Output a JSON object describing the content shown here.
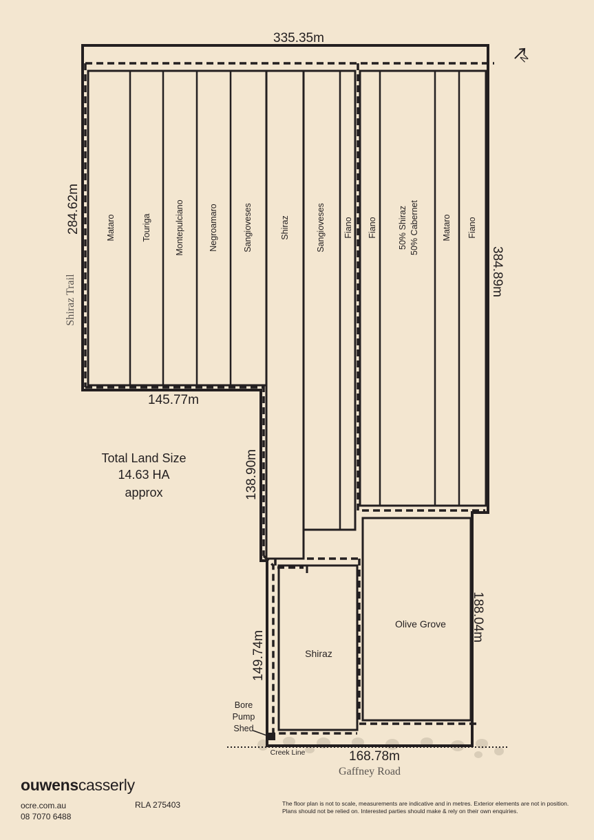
{
  "dimensions": {
    "top": "335.35m",
    "left": "284.62m",
    "right_upper": "384.89m",
    "mid_horizontal": "145.77m",
    "mid_vertical": "138.90m",
    "lower_left": "149.74m",
    "right_lower": "188.04m",
    "bottom": "168.78m"
  },
  "north_label": "N",
  "rows": [
    {
      "label": "Mataro"
    },
    {
      "label": "Touriga"
    },
    {
      "label": "Montepulciano"
    },
    {
      "label": "Negroamaro"
    },
    {
      "label": "Sangioveses"
    },
    {
      "label": "Shiraz"
    },
    {
      "label": "Sangioveses"
    },
    {
      "label": "Fiano"
    },
    {
      "label": "Fiano"
    },
    {
      "label": "50% Shiraz",
      "label2": "50% Cabernet"
    },
    {
      "label": "Mataro"
    },
    {
      "label": "Fiano"
    }
  ],
  "blocks": {
    "olive_grove": "Olive Grove",
    "shiraz_lower": "Shiraz"
  },
  "land_size": {
    "line1": "Total Land Size",
    "line2": "14.63 HA",
    "line3": "approx"
  },
  "roads": {
    "left": "Shiraz Trail",
    "bottom": "Gaffney Road"
  },
  "creek_label": "Creek Line",
  "bore": {
    "line1": "Bore",
    "line2": "Pump",
    "line3": "Shed"
  },
  "footer": {
    "brand_bold": "ouwens",
    "brand_regular": "casserly",
    "website": "ocre.com.au",
    "phone": "08 7070 6488",
    "rla": "RLA 275403",
    "disclaimer": "The floor plan is not to scale, measurements are indicative and in metres. Exterior elements are not in position. Plans should not be relied on. Interested parties should make & rely on their own enquiries."
  },
  "colors": {
    "background": "#f3e6d0",
    "ink": "#231f20",
    "creek": "#d9cdb8"
  }
}
